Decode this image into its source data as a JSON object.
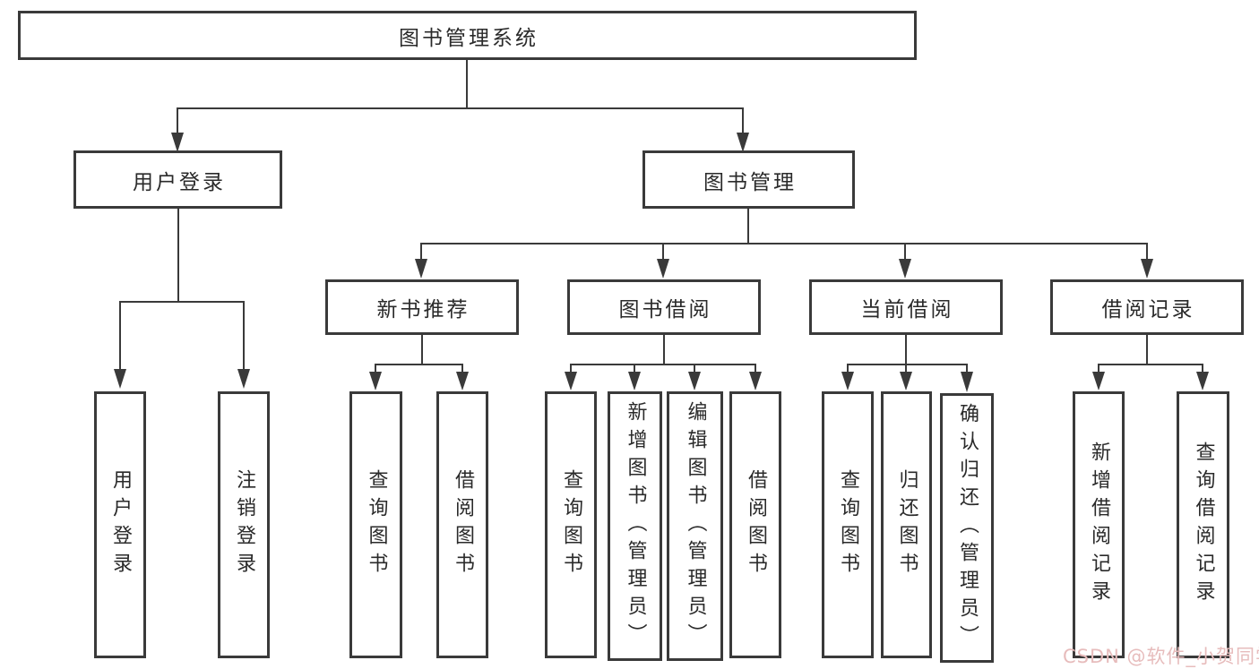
{
  "root": {
    "label": "图书管理系统",
    "children": [
      {
        "label": "用户登录",
        "children": [
          {
            "label": "用户登录"
          },
          {
            "label": "注销登录"
          }
        ]
      },
      {
        "label": "图书管理",
        "children": [
          {
            "label": "新书推荐",
            "children": [
              {
                "label": "查询图书"
              },
              {
                "label": "借阅图书"
              }
            ]
          },
          {
            "label": "图书借阅",
            "children": [
              {
                "label": "查询图书"
              },
              {
                "label": "新增图书（管理员）"
              },
              {
                "label": "编辑图书（管理员）"
              },
              {
                "label": "借阅图书"
              }
            ]
          },
          {
            "label": "当前借阅",
            "children": [
              {
                "label": "查询图书"
              },
              {
                "label": "归还图书"
              },
              {
                "label": "确认归还（管理员）"
              }
            ]
          },
          {
            "label": "借阅记录",
            "children": [
              {
                "label": "新增借阅记录"
              },
              {
                "label": "查询借阅记录"
              }
            ]
          }
        ]
      }
    ]
  },
  "watermark": {
    "text": "CSDN @软件_小贺同学",
    "color": "#e7bcbc"
  },
  "colors": {
    "line": "#3a3a3a",
    "text": "#2a2a2a",
    "box_background": "#ffffff",
    "page_background": "#ffffff"
  }
}
